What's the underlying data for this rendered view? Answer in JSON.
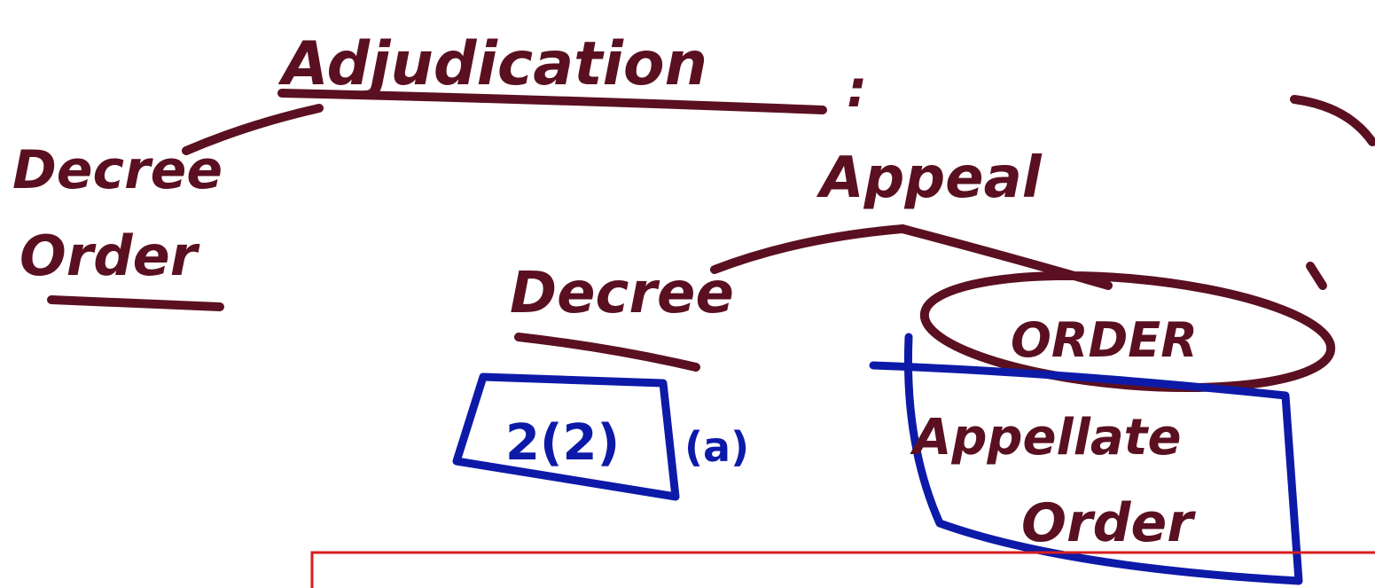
{
  "colors": {
    "brown_ink": "#5a1020",
    "blue_ink": "#0d1aa8",
    "red_frame": "#d81e1e",
    "background": "#ffffff"
  },
  "labels": {
    "root": "Adjudication",
    "root_colon": ":",
    "left_decree": "Decree",
    "left_order": "Order",
    "appeal": "Appeal",
    "appeal_decree": "Decree",
    "appeal_order": "ORDER",
    "section_ref": "2(2)",
    "section_sub": "(a)",
    "appellate": "Appellate",
    "appellate_order": "Order"
  }
}
